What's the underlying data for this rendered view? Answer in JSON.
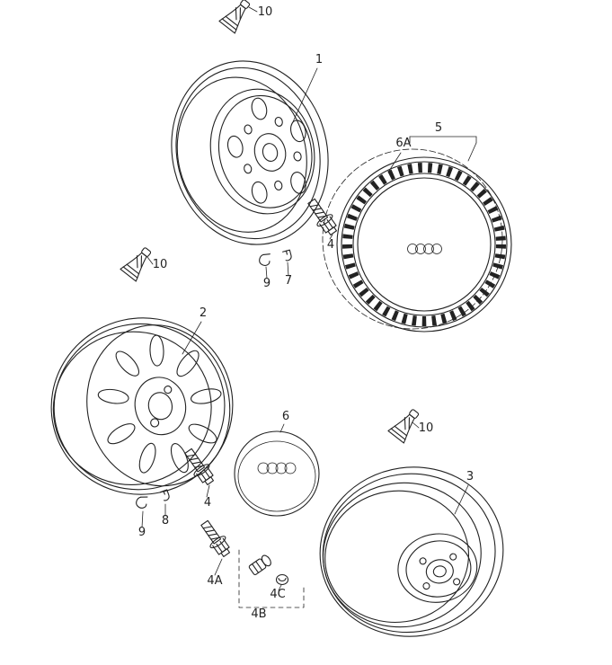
{
  "page": {
    "background": "#ffffff",
    "ink": "#222222"
  },
  "callouts": {
    "wheel1": "1",
    "wheel2": "2",
    "wheel3": "3",
    "bolt_top": "4",
    "bolt_mid": "4",
    "bolt_4a": "4A",
    "lock_bolt_4b": "4B",
    "lock_cap_4c": "4C",
    "trim_assembly_5": "5",
    "center_cap_6": "6",
    "trim_plate_6a": "6A",
    "clip_7": "7",
    "clip_8": "8",
    "clip_9_top": "9",
    "clip_9_mid": "9",
    "valve_top": "10",
    "valve_mid": "10",
    "valve_right": "10"
  }
}
